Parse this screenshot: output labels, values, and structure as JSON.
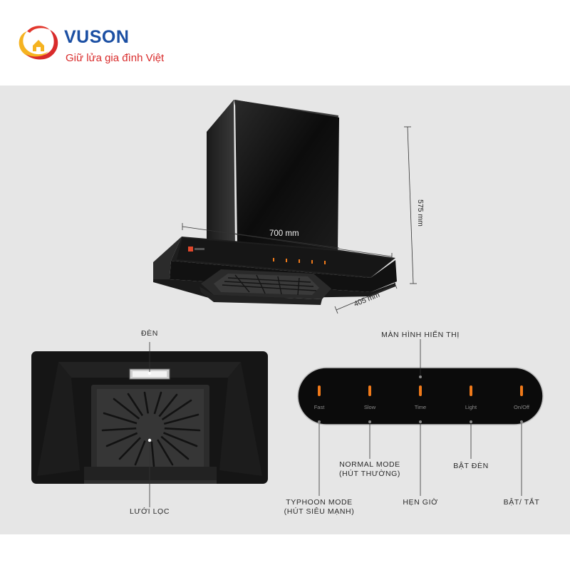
{
  "brand": {
    "name": "VUSON",
    "slogan": "Giữ lửa gia đình Việt",
    "colors": {
      "blue": "#1b4fa3",
      "red": "#d92b2b",
      "orange": "#f29a1e"
    }
  },
  "dimensions": {
    "width": "700 mm",
    "height": "575 mm",
    "depth": "405 mm"
  },
  "labels": {
    "light": "ĐÈN",
    "filter": "LƯỚI LỌC",
    "display": "MÀN HÌNH HIỂN THỊ",
    "typhoon_1": "TYPHOON MODE",
    "typhoon_2": "(HÚT SIÊU MẠNH)",
    "normal_1": "NORMAL MODE",
    "normal_2": "(HÚT THƯỜNG)",
    "timer": "HẸN GIỜ",
    "light_on": "BẬT ĐÈN",
    "power": "BẬT/ TẮT"
  },
  "control_panel": {
    "buttons": [
      {
        "caption": "Fast"
      },
      {
        "caption": "Slow"
      },
      {
        "caption": "Time"
      },
      {
        "caption": "Light"
      },
      {
        "caption": "On/Off"
      }
    ],
    "indicator_color": "#f07a1a"
  }
}
